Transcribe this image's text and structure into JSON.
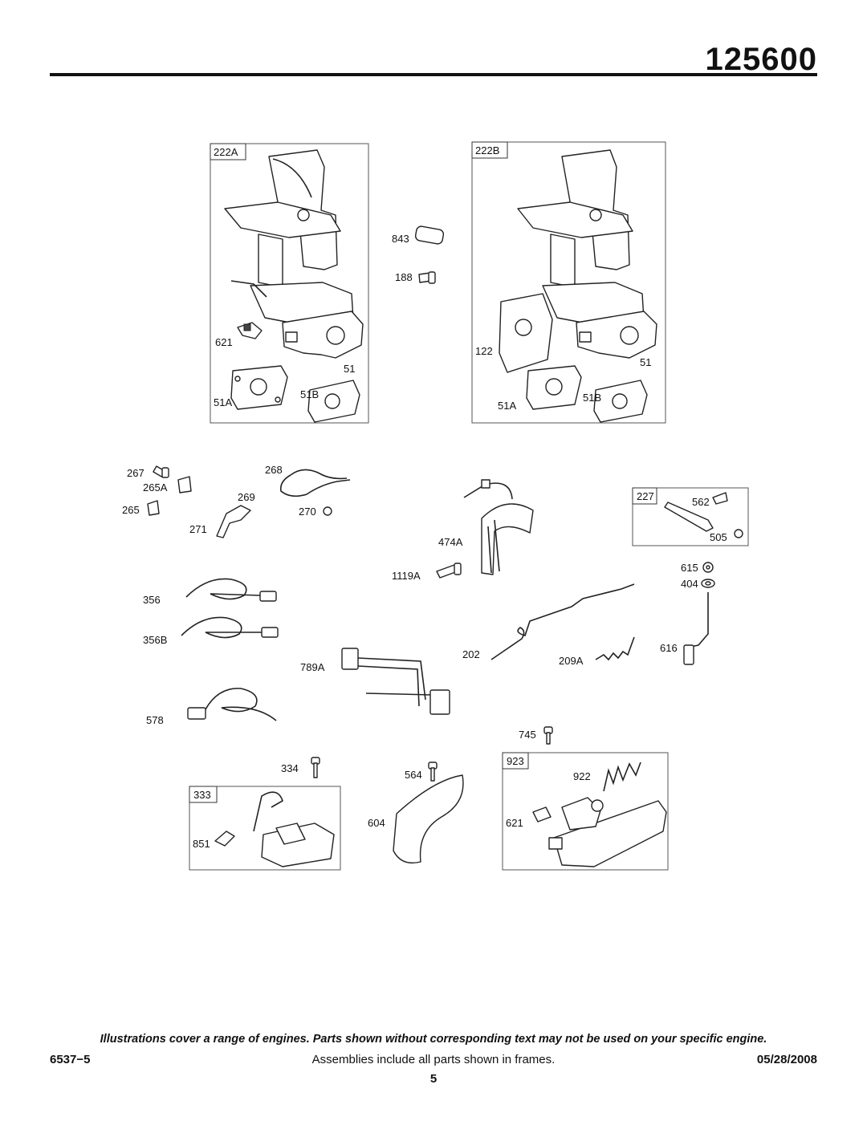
{
  "header": {
    "model_number": "125600"
  },
  "frames": {
    "f222A": {
      "tag": "222A",
      "labels": [
        "621",
        "51",
        "51A",
        "51B"
      ]
    },
    "f222B": {
      "tag": "222B",
      "labels": [
        "122",
        "51",
        "51A",
        "51B"
      ]
    },
    "f227": {
      "tag": "227",
      "labels": [
        "562",
        "505"
      ]
    },
    "f333": {
      "tag": "333",
      "labels": [
        "851"
      ]
    },
    "f923": {
      "tag": "923",
      "labels": [
        "922",
        "621"
      ]
    }
  },
  "parts": {
    "p843": "843",
    "p188": "188",
    "p267": "267",
    "p265A": "265A",
    "p265": "265",
    "p268": "268",
    "p269": "269",
    "p270": "270",
    "p271": "271",
    "p474A": "474A",
    "p1119A": "1119A",
    "p615": "615",
    "p404": "404",
    "p616": "616",
    "p356": "356",
    "p356B": "356B",
    "p789A": "789A",
    "p578": "578",
    "p202": "202",
    "p209A": "209A",
    "p745": "745",
    "p334": "334",
    "p564": "564",
    "p604": "604"
  },
  "footer": {
    "disclaimer": "Illustrations cover a range of engines. Parts shown without corresponding text may not be used on your specific engine.",
    "doc_code": "6537−5",
    "frames_note": "Assemblies include all parts shown in frames.",
    "date": "05/28/2008",
    "page_number": "5"
  }
}
